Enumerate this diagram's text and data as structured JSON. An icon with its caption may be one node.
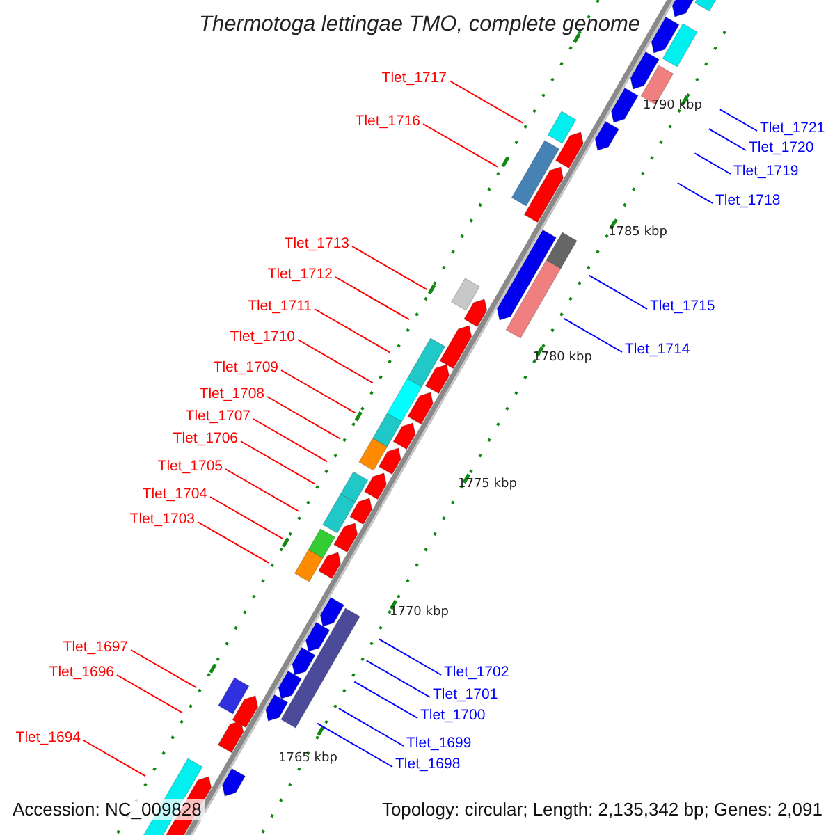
{
  "diagram": {
    "title": "Thermotoga lettingae TMO, complete genome",
    "nodes": [
      {
        "text": [
          "Tlet_1717"
        ]
      },
      {
        "text": [
          "Tlet_1716"
        ]
      },
      {
        "text": [
          "Tlet_1721"
        ]
      },
      {
        "text": [
          "Tlet_1720"
        ]
      },
      {
        "text": [
          "Tlet_1719"
        ]
      },
      {
        "text": [
          "Tlet_1718"
        ]
      },
      {
        "text": [
          "Tlet_1713"
        ]
      },
      {
        "text": [
          "Tlet_1712"
        ]
      },
      {
        "text": [
          "Tlet_1715"
        ]
      },
      {
        "text": [
          "Tlet_1711"
        ]
      },
      {
        "text": [
          "Tlet_1710"
        ]
      },
      {
        "text": [
          "Tlet_1714"
        ]
      },
      {
        "text": [
          "Tlet_1709"
        ]
      },
      {
        "text": [
          "Tlet_1708"
        ]
      },
      {
        "text": [
          "Tlet_1707"
        ]
      },
      {
        "text": [
          "Tlet_1706"
        ]
      },
      {
        "text": [
          "Tlet_1705"
        ]
      },
      {
        "text": [
          "Tlet_1704"
        ]
      },
      {
        "text": [
          "Tlet_1703"
        ]
      },
      {
        "text": [
          "Tlet_1697"
        ]
      },
      {
        "text": [
          "Tlet_1702"
        ]
      },
      {
        "text": [
          "Tlet_1696"
        ]
      },
      {
        "text": [
          "Tlet_1701"
        ]
      },
      {
        "text": [
          "Tlet_1700"
        ]
      },
      {
        "text": [
          "Tlet_1699"
        ]
      },
      {
        "text": [
          "Tlet_1694"
        ]
      },
      {
        "text": [
          "Tlet_1698"
        ]
      }
    ],
    "edges": [
      {
        "from": 0,
        "to": null,
        "arrow": "none"
      },
      {
        "from": 1,
        "to": null,
        "arrow": "none"
      },
      {
        "from": 2,
        "to": null,
        "arrow": "none",
        "color": "#0000ff"
      },
      {
        "from": 3,
        "to": null,
        "arrow": "none",
        "color": "#0000ff"
      },
      {
        "from": 4,
        "to": null,
        "arrow": "none",
        "color": "#0000ff"
      },
      {
        "from": 5,
        "to": null,
        "arrow": "none",
        "color": "#0000ff"
      },
      {
        "from": 6,
        "to": null,
        "arrow": "none"
      },
      {
        "from": 7,
        "to": null,
        "arrow": "none"
      },
      {
        "from": 8,
        "to": null,
        "arrow": "none",
        "color": "#0000ff"
      },
      {
        "from": 9,
        "to": null,
        "arrow": "none"
      },
      {
        "from": 10,
        "to": null,
        "arrow": "none"
      },
      {
        "from": 11,
        "to": null,
        "arrow": "none",
        "color": "#0000ff"
      },
      {
        "from": 12,
        "to": null,
        "arrow": "none"
      },
      {
        "from": 13,
        "to": null,
        "arrow": "none"
      },
      {
        "from": 14,
        "to": null,
        "arrow": "none"
      },
      {
        "from": 15,
        "to": null,
        "arrow": "none"
      },
      {
        "from": 16,
        "to": null,
        "arrow": "none"
      },
      {
        "from": 17,
        "to": null,
        "arrow": "none"
      },
      {
        "from": 18,
        "to": null,
        "arrow": "none"
      },
      {
        "from": 19,
        "to": null,
        "arrow": "none"
      },
      {
        "from": 20,
        "to": null,
        "arrow": "none",
        "color": "#0000ff"
      },
      {
        "from": 21,
        "to": null,
        "arrow": "none"
      },
      {
        "from": 22,
        "to": null,
        "arrow": "none",
        "color": "#0000ff"
      },
      {
        "from": 23,
        "to": null,
        "arrow": "none",
        "color": "#0000ff"
      },
      {
        "from": 24,
        "to": null,
        "arrow": "none",
        "color": "#0000ff"
      },
      {
        "from": 25,
        "to": null,
        "arrow": "none"
      },
      {
        "from": 26,
        "to": null,
        "arrow": "none",
        "color": "#0000ff"
      }
    ],
    "labels": [
      "1790 kbp",
      "1785 kbp",
      "1780 kbp",
      "1775 kbp",
      "1770 kbp",
      "1765 kbp",
      "Accession: NC_009828",
      "Topology: circular; Length: 2,135,342 bp; Genes: 2,091"
    ]
  }
}
